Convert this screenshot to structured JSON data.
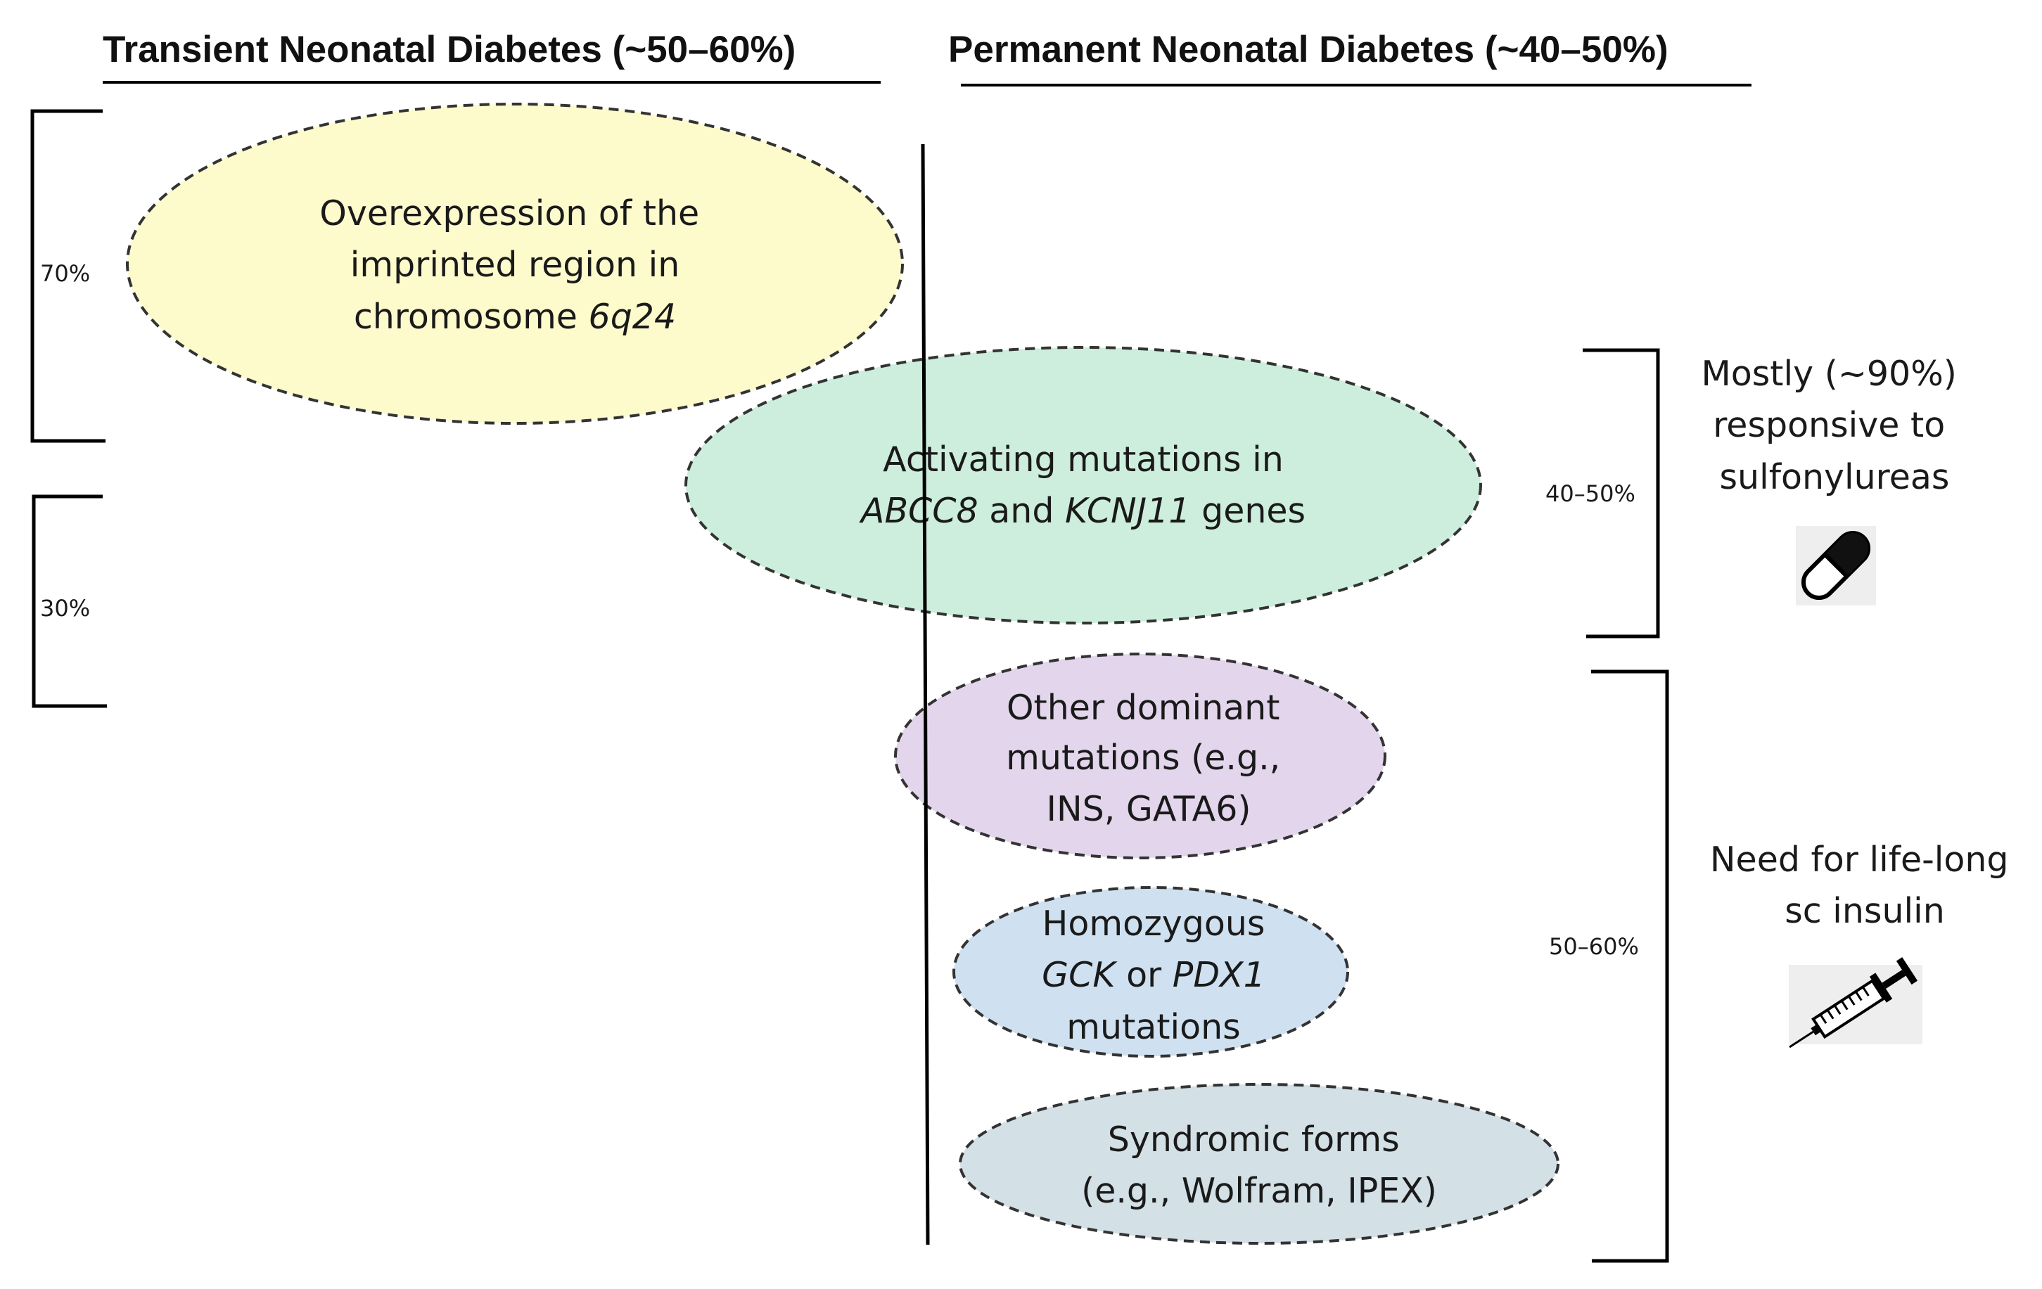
{
  "headers": {
    "transient": "Transient Neonatal Diabetes (~50–60%)",
    "permanent": "Permanent Neonatal Diabetes (~40–50%)"
  },
  "ellipses": {
    "six_q24": {
      "line1": "Overexpression of the",
      "line2": "imprinted region in",
      "line3_prefix": "chromosome ",
      "line3_italic": "6q24",
      "color": "#fdfbcc"
    },
    "katp": {
      "line1": "Activating mutations in",
      "line2_italic_a": "ABCC8",
      "line2_mid": " and ",
      "line2_italic_b": "KCNJ11",
      "line2_suffix": " genes",
      "color": "#cdeedd"
    },
    "dominant": {
      "line1": "Other dominant",
      "line2": "mutations (e.g.,",
      "line3": "INS, GATA6)",
      "color": "#e3d6ec"
    },
    "homozygous": {
      "line1": "Homozygous",
      "line2_italic_a": "GCK",
      "line2_mid": " or ",
      "line2_italic_b": "PDX1",
      "line3": "mutations",
      "color": "#cfe1f1"
    },
    "syndromic": {
      "line1": "Syndromic forms",
      "line2": "(e.g., Wolfram, IPEX)",
      "color": "#d3e0e6"
    }
  },
  "brackets": {
    "left_top": "70%",
    "left_bottom": "30%",
    "right_top": "40–50%",
    "right_bottom": "50–60%"
  },
  "outcomes": {
    "sulfonylurea": {
      "line1": "Mostly (~90%)",
      "line2": "responsive to",
      "line3": "sulfonylureas",
      "icon": "pill-capsule-icon"
    },
    "insulin": {
      "line1": "Need for life-long",
      "line2": "sc insulin",
      "icon": "syringe-icon"
    }
  }
}
